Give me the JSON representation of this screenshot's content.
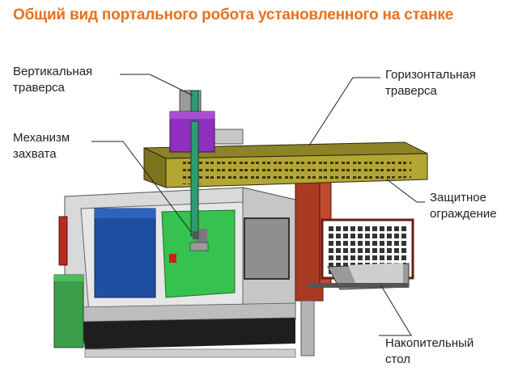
{
  "title": "Общий вид портального робота установленного на станке",
  "labels": {
    "vertical_traverse": "Вертикальная\nтраверса",
    "horizontal_traverse": "Горизонтальная\nтраверса",
    "gripper": "Механизм\nзахвата",
    "guard": "Защитное\nограждение",
    "storage_table": "Накопительный\nстол"
  },
  "colors": {
    "title": "#e8711c",
    "traverse_yellow": "#b3a632",
    "vertical_purple": "#8f2fbf",
    "carriage_red": "#a93a22",
    "machine_blue": "#1f4fa0",
    "work_area_green": "#35c24e",
    "cabinet_green": "#3a9e4a",
    "machine_body": "#d8d8d8",
    "base_dark": "#1e1e1e"
  }
}
